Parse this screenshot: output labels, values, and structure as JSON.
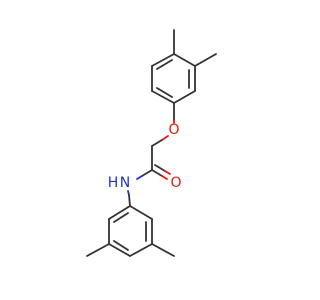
{
  "molecule": {
    "atoms": {
      "ether_oxygen": "O",
      "carbonyl_oxygen": "O",
      "amide_nitrogen": "N",
      "amide_hydrogen": "H"
    },
    "colors": {
      "bond": "#333333",
      "oxygen": "#e8170e",
      "nitrogen": "#1f2fd6"
    }
  }
}
